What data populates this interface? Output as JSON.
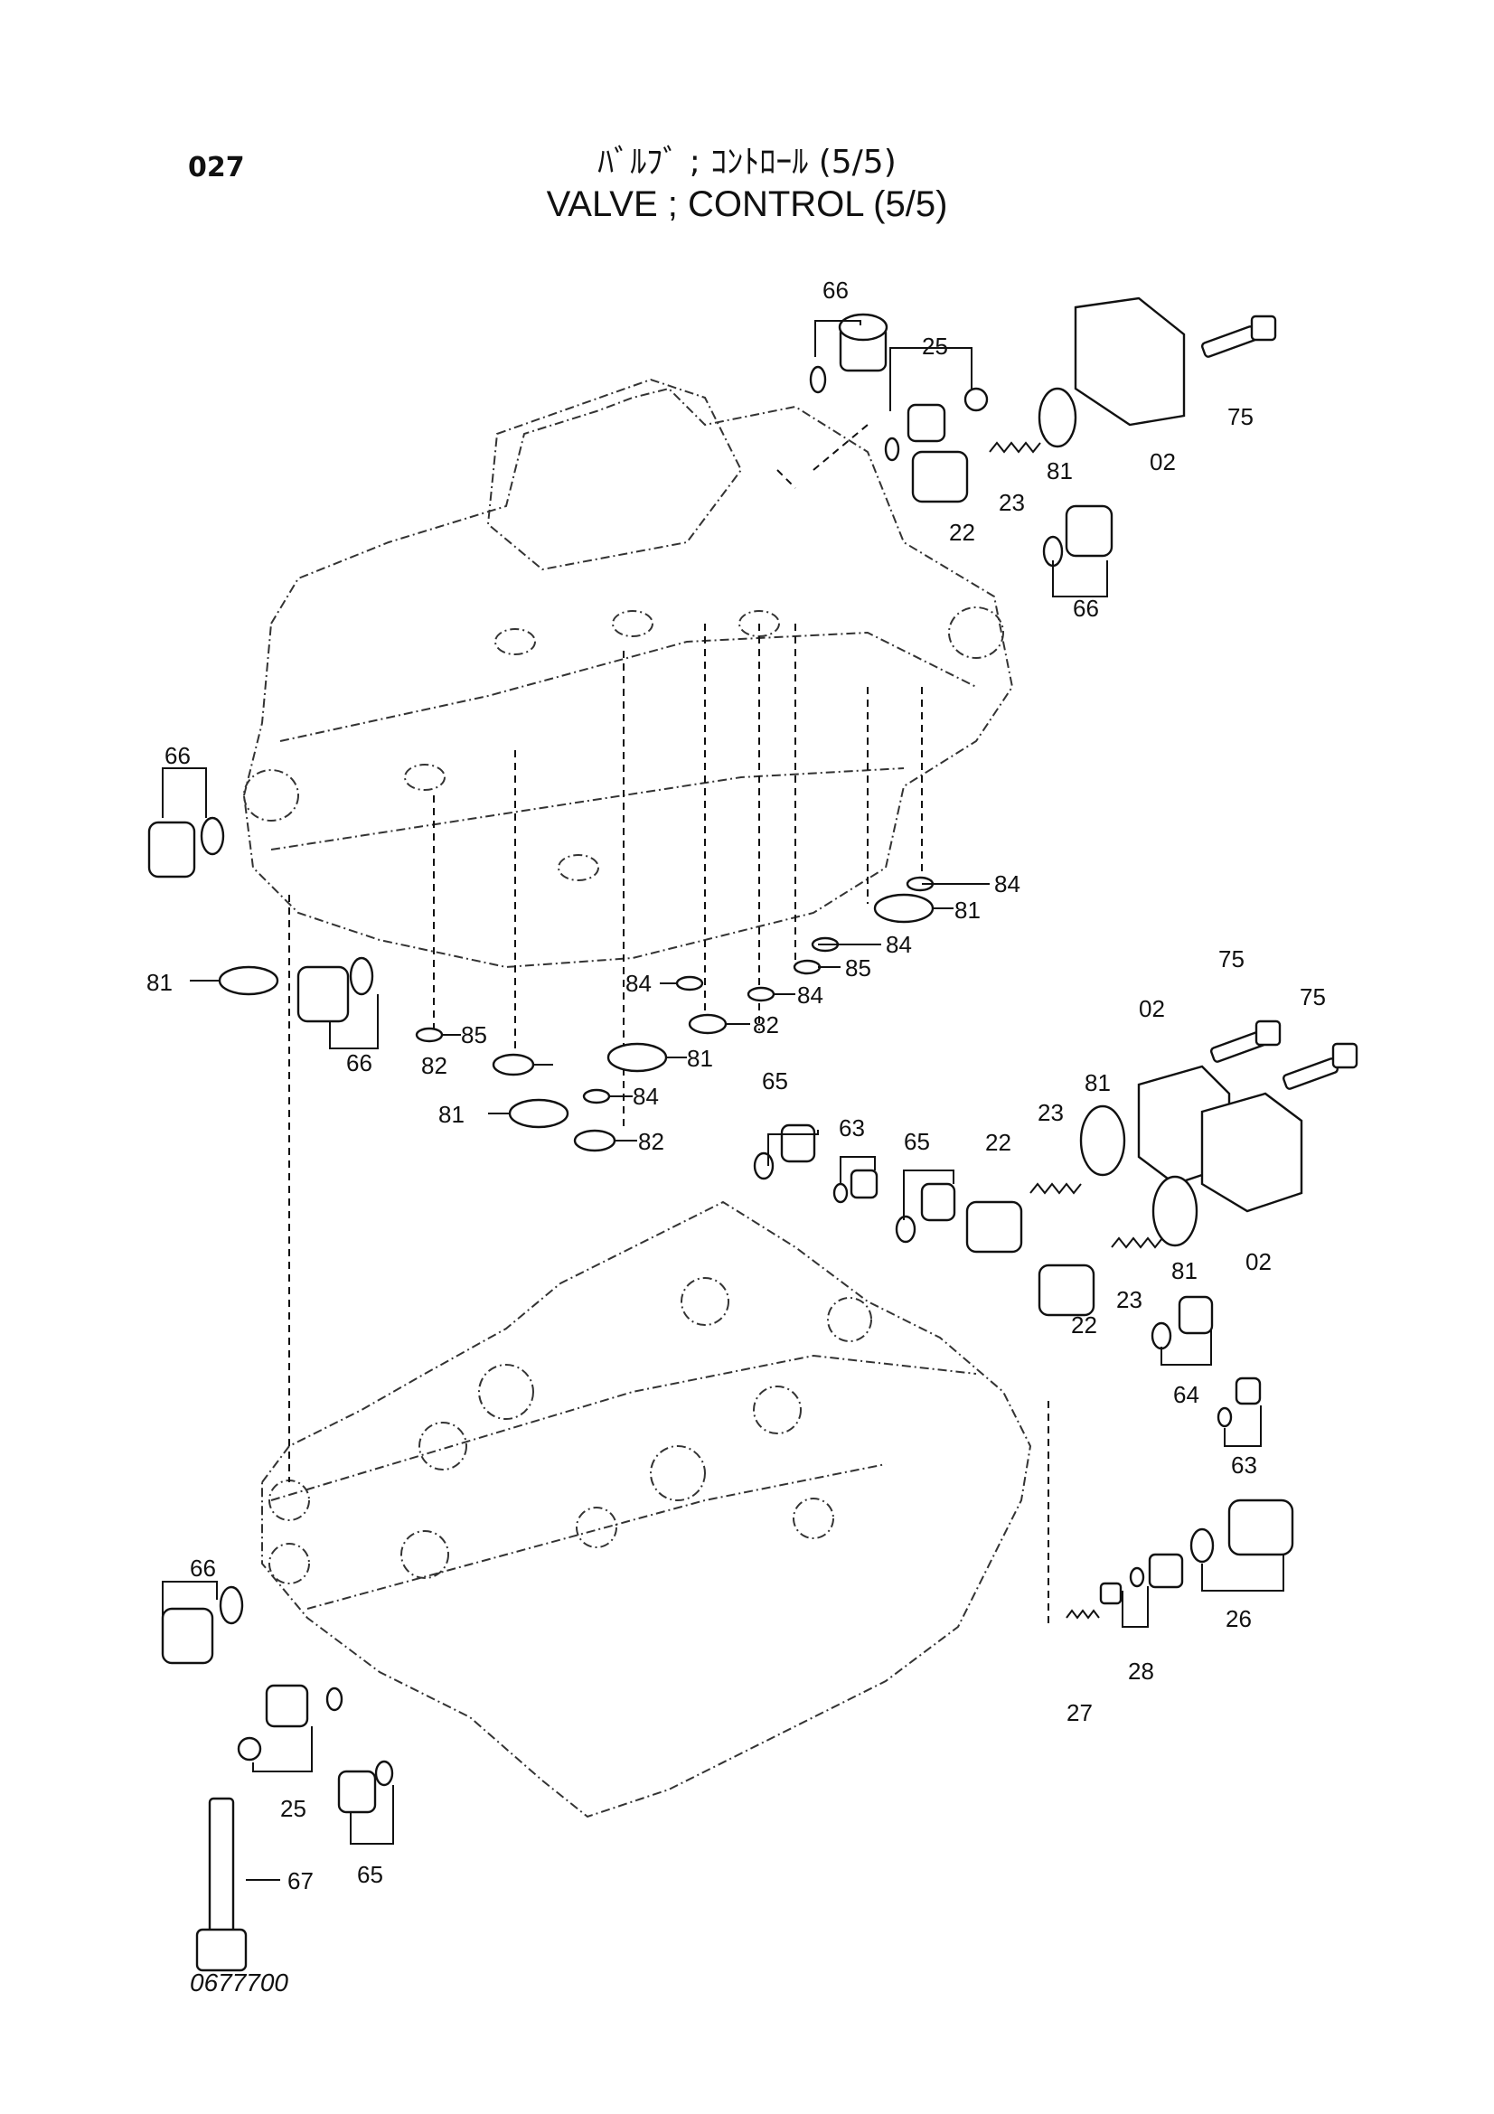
{
  "header": {
    "page_number": "027",
    "title_jp": "ﾊﾞﾙﾌﾞ ; ｺﾝﾄﾛｰﾙ (5/5)",
    "title_en": "VALVE ; CONTROL (5/5)"
  },
  "footer": {
    "figure_number": "0677700"
  },
  "callouts": [
    "66",
    "25",
    "75",
    "02",
    "81",
    "23",
    "22",
    "66",
    "66",
    "84",
    "81",
    "84",
    "85",
    "84",
    "82",
    "84",
    "81",
    "85",
    "82",
    "81",
    "84",
    "81",
    "82",
    "66",
    "75",
    "02",
    "75",
    "81",
    "23",
    "65",
    "63",
    "65",
    "22",
    "81",
    "23",
    "22",
    "02",
    "64",
    "63",
    "66",
    "26",
    "28",
    "27",
    "25",
    "65",
    "67"
  ]
}
